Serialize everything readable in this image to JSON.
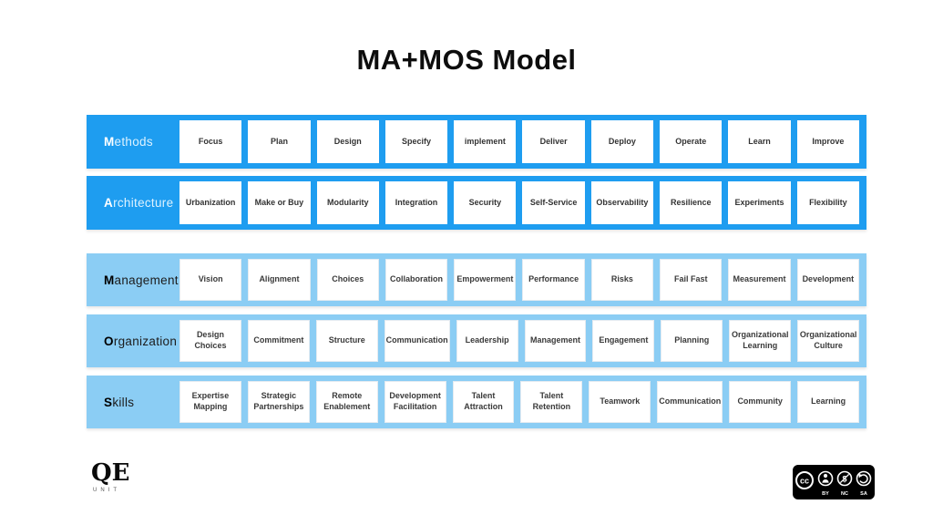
{
  "title": "MA+MOS Model",
  "colors": {
    "bright_blue": "#1E9DF0",
    "light_blue": "#8BCDF4",
    "cell_bg": "#FFFFFF"
  },
  "rows": [
    {
      "id": "methods",
      "label": "Methods",
      "label_initial": "M",
      "label_rest": "ethods",
      "cells": [
        "Focus",
        "Plan",
        "Design",
        "Specify",
        "implement",
        "Deliver",
        "Deploy",
        "Operate",
        "Learn",
        "Improve"
      ]
    },
    {
      "id": "architecture",
      "label": "Architecture",
      "label_initial": "A",
      "label_rest": "rchitecture",
      "cells": [
        "Urbanization",
        "Make or Buy",
        "Modularity",
        "Integration",
        "Security",
        "Self-Service",
        "Observability",
        "Resilience",
        "Experiments",
        "Flexibility"
      ]
    },
    {
      "id": "management",
      "label": "Management",
      "label_initial": "M",
      "label_rest": "anagement",
      "cells": [
        "Vision",
        "Alignment",
        "Choices",
        "Collaboration",
        "Empowerment",
        "Performance",
        "Risks",
        "Fail Fast",
        "Measurement",
        "Development"
      ]
    },
    {
      "id": "organization",
      "label": "Organization",
      "label_initial": "O",
      "label_rest": "rganization",
      "cells": [
        "Design Choices",
        "Commitment",
        "Structure",
        "Communication",
        "Leadership",
        "Management",
        "Engagement",
        "Planning",
        "Organizational Learning",
        "Organizational Culture"
      ]
    },
    {
      "id": "skills",
      "label": "Skills",
      "label_initial": "S",
      "label_rest": "kills",
      "cells": [
        "Expertise Mapping",
        "Strategic Partnerships",
        "Remote Enablement",
        "Development Facilitation",
        "Talent Attraction",
        "Talent Retention",
        "Teamwork",
        "Communication",
        "Community",
        "Learning"
      ]
    }
  ],
  "footer": {
    "logo_main": "QE",
    "logo_sub": "UNIT",
    "license": {
      "name": "CC",
      "terms": [
        "BY",
        "NC",
        "SA"
      ]
    }
  }
}
